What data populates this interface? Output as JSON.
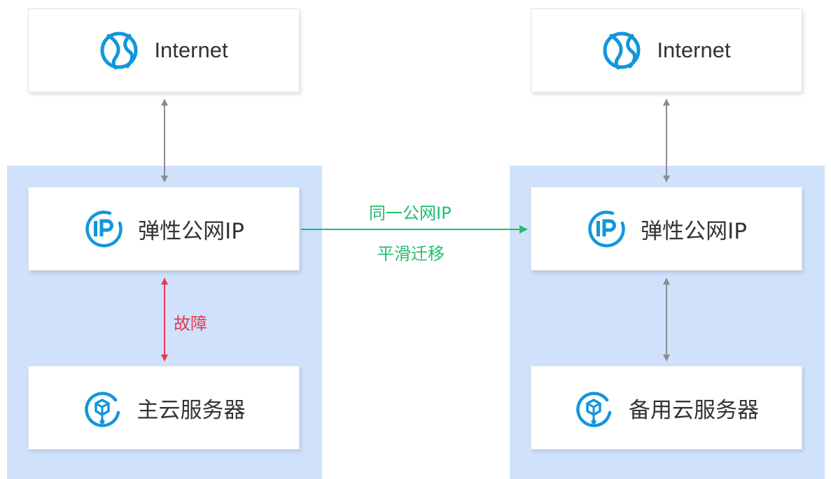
{
  "left": {
    "internet_label": "Internet",
    "eip_label": "弹性公网IP",
    "server_label": "主云服务器",
    "fault_label": "故障"
  },
  "right": {
    "internet_label": "Internet",
    "eip_label": "弹性公网IP",
    "server_label": "备用云服务器"
  },
  "migration": {
    "line1": "同一公网IP",
    "line2": "平滑迁移"
  },
  "icons": {
    "internet": "globe-icon",
    "eip": "ip-icon",
    "server": "cloud-server-icon"
  },
  "colors": {
    "brand_blue": "#1296db",
    "zone_bg": "#cfe1fb",
    "connector_gray": "#8c8c8c",
    "fault_red": "#e8384f",
    "migration_green": "#1fbf6c"
  }
}
